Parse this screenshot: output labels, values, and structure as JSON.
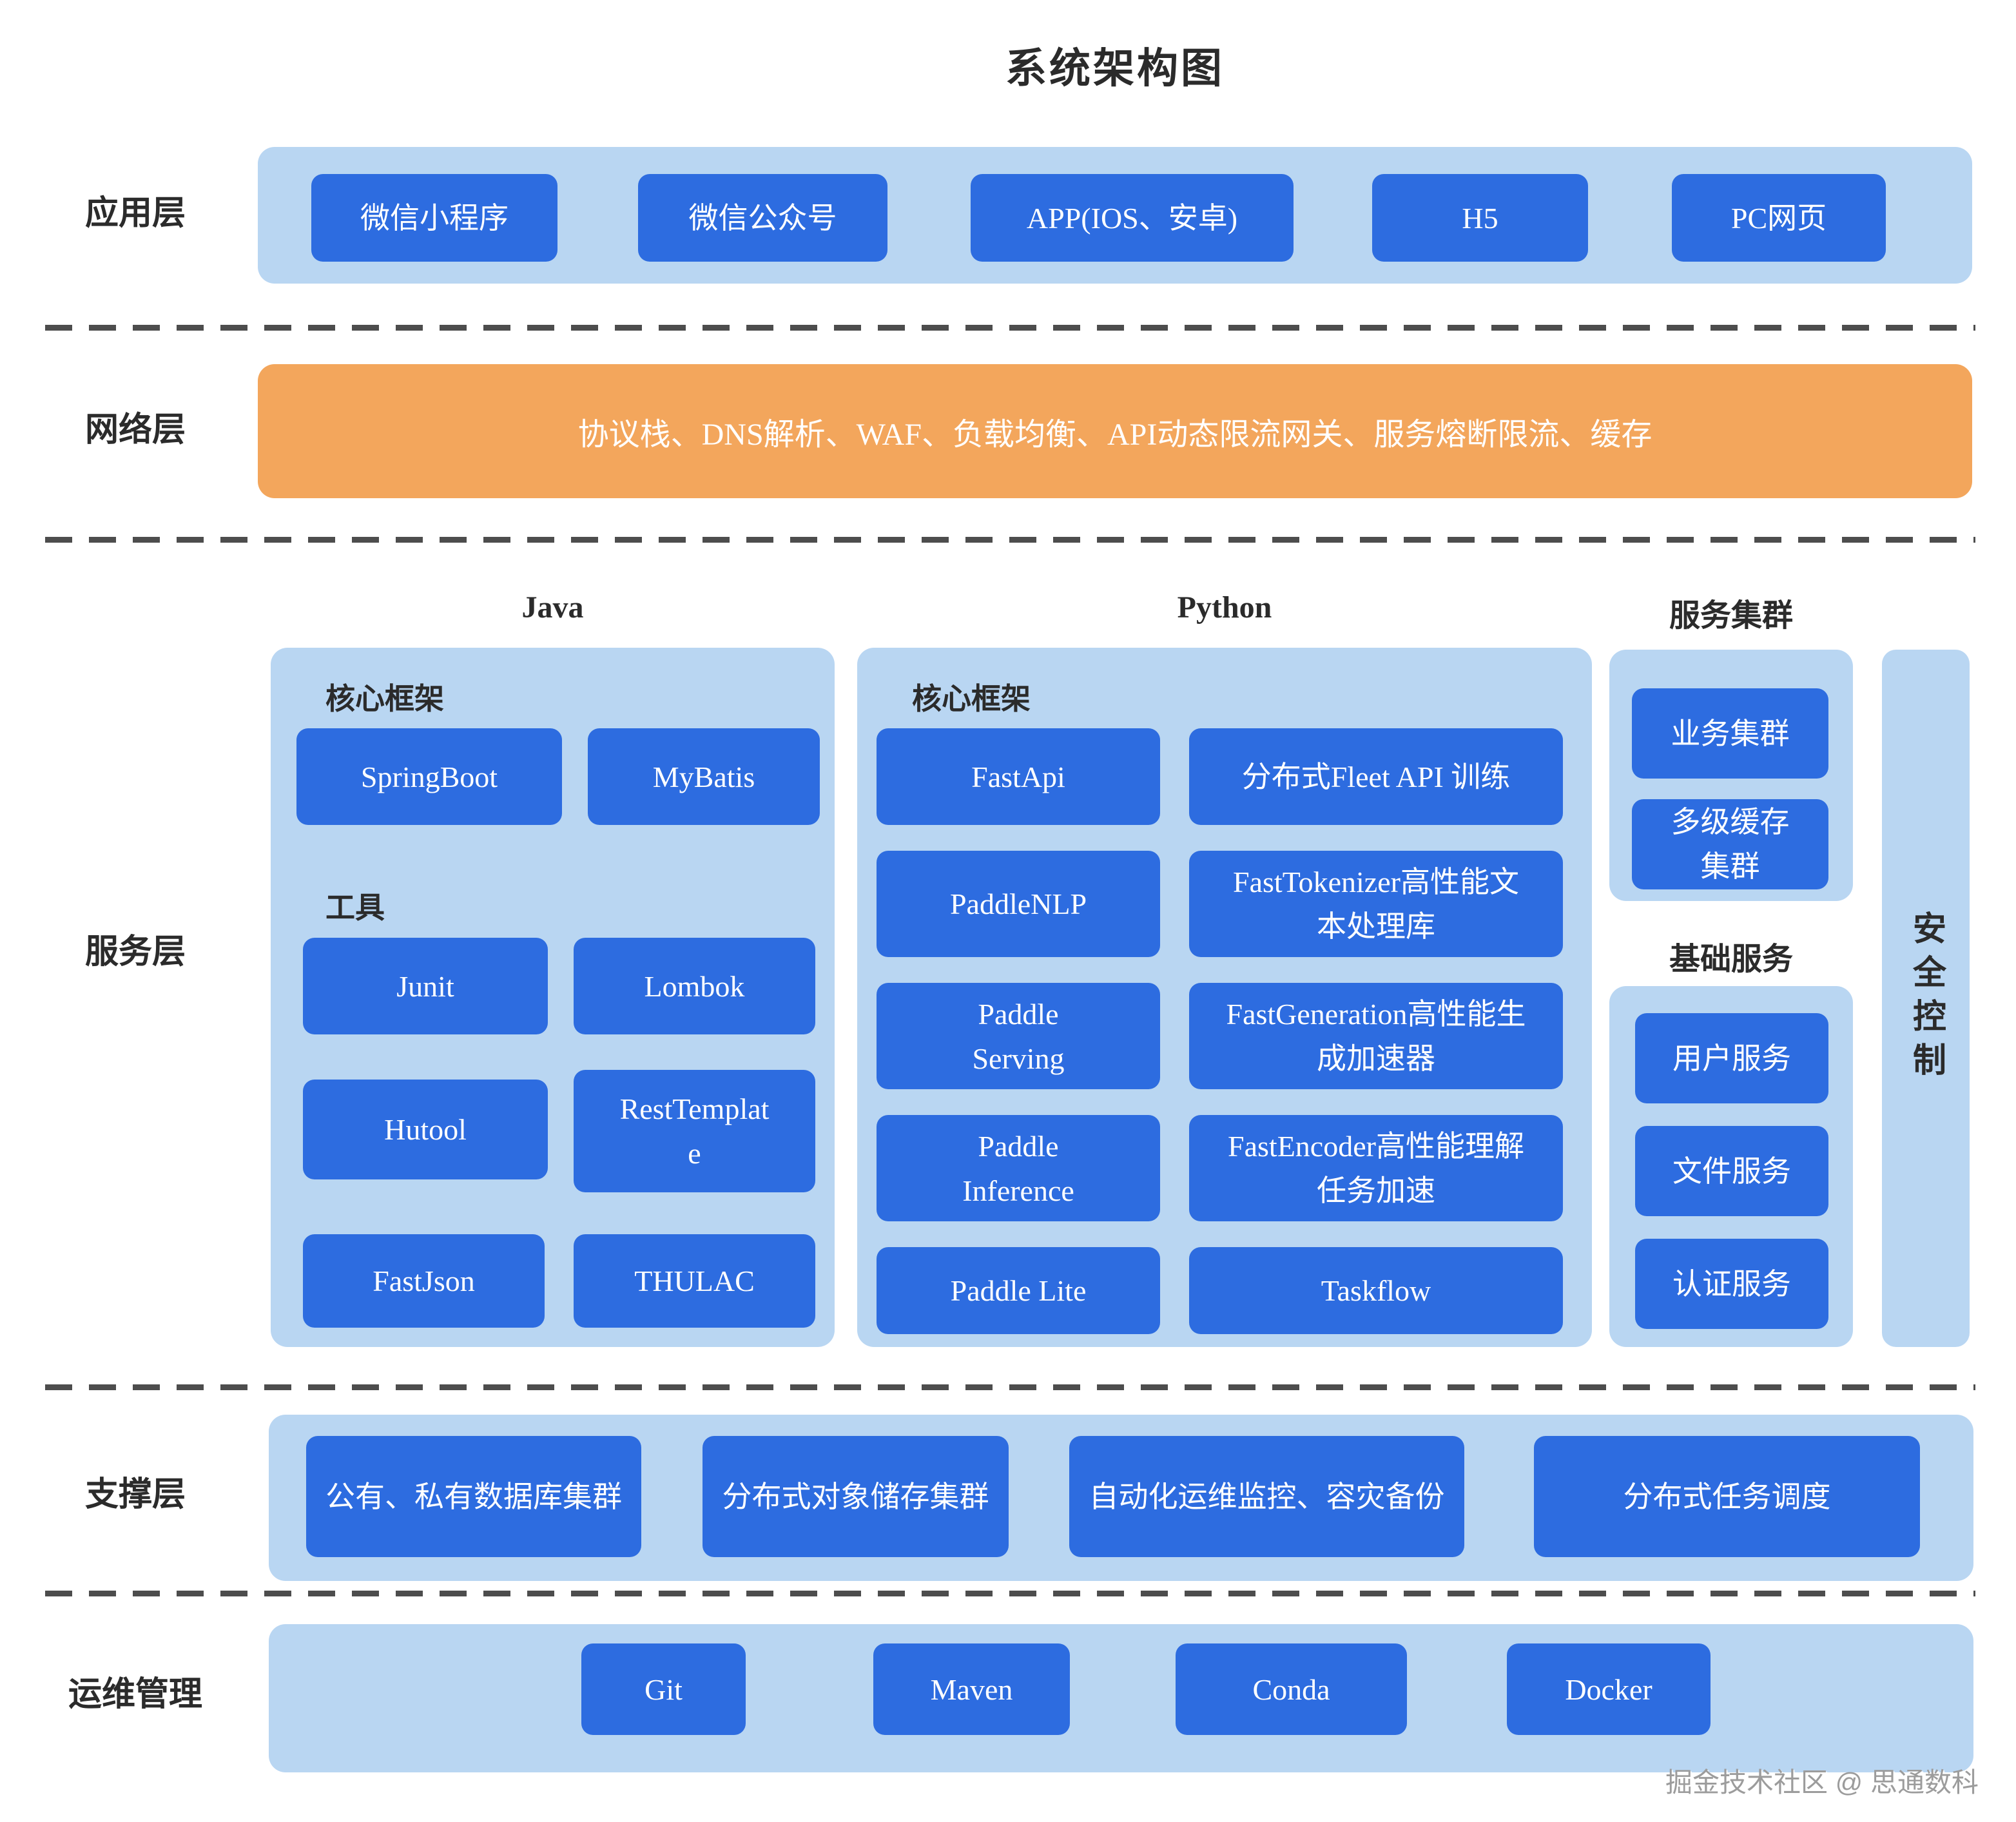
{
  "title": "系统架构图",
  "watermark": "掘金技术社区 @ 思通数科",
  "colors": {
    "node_blue": "#2d6ce0",
    "panel_blue": "#b9d6f2",
    "network_orange": "#f3a65c",
    "divider_gray": "#4d4d4d",
    "text_dark": "#2b2b2b",
    "node_text": "#ffffff"
  },
  "layers": {
    "app": {
      "label": "应用层",
      "items": [
        "微信小程序",
        "微信公众号",
        "APP(IOS、安卓)",
        "H5",
        "PC网页"
      ]
    },
    "network": {
      "label": "网络层",
      "text": "协议栈、DNS解析、WAF、负载均衡、API动态限流网关、服务熔断限流、缓存"
    },
    "service": {
      "label": "服务层",
      "java": {
        "header": "Java",
        "core_title": "核心框架",
        "core_items": [
          "SpringBoot",
          "MyBatis"
        ],
        "tools_title": "工具",
        "tool_items": [
          "Junit",
          "Lombok",
          "Hutool",
          "RestTemplate",
          "FastJson",
          "THULAC"
        ]
      },
      "python": {
        "header": "Python",
        "core_title": "核心框架",
        "items": [
          "FastApi",
          "分布式Fleet API 训练",
          "PaddleNLP",
          "FastTokenizer高性能文本处理库",
          "Paddle Serving",
          "FastGeneration高性能生成加速器",
          "Paddle Inference",
          "FastEncoder高性能理解任务加速",
          "Paddle Lite",
          "Taskflow"
        ]
      },
      "cluster": {
        "header": "服务集群",
        "items": [
          "业务集群",
          "多级缓存集群"
        ]
      },
      "base": {
        "header": "基础服务",
        "items": [
          "用户服务",
          "文件服务",
          "认证服务"
        ]
      },
      "security": {
        "label": "安全控制"
      }
    },
    "support": {
      "label": "支撑层",
      "items": [
        "公有、私有数据库集群",
        "分布式对象储存集群",
        "自动化运维监控、容灾备份",
        "分布式任务调度"
      ]
    },
    "ops": {
      "label": "运维管理",
      "items": [
        "Git",
        "Maven",
        "Conda",
        "Docker"
      ]
    }
  }
}
